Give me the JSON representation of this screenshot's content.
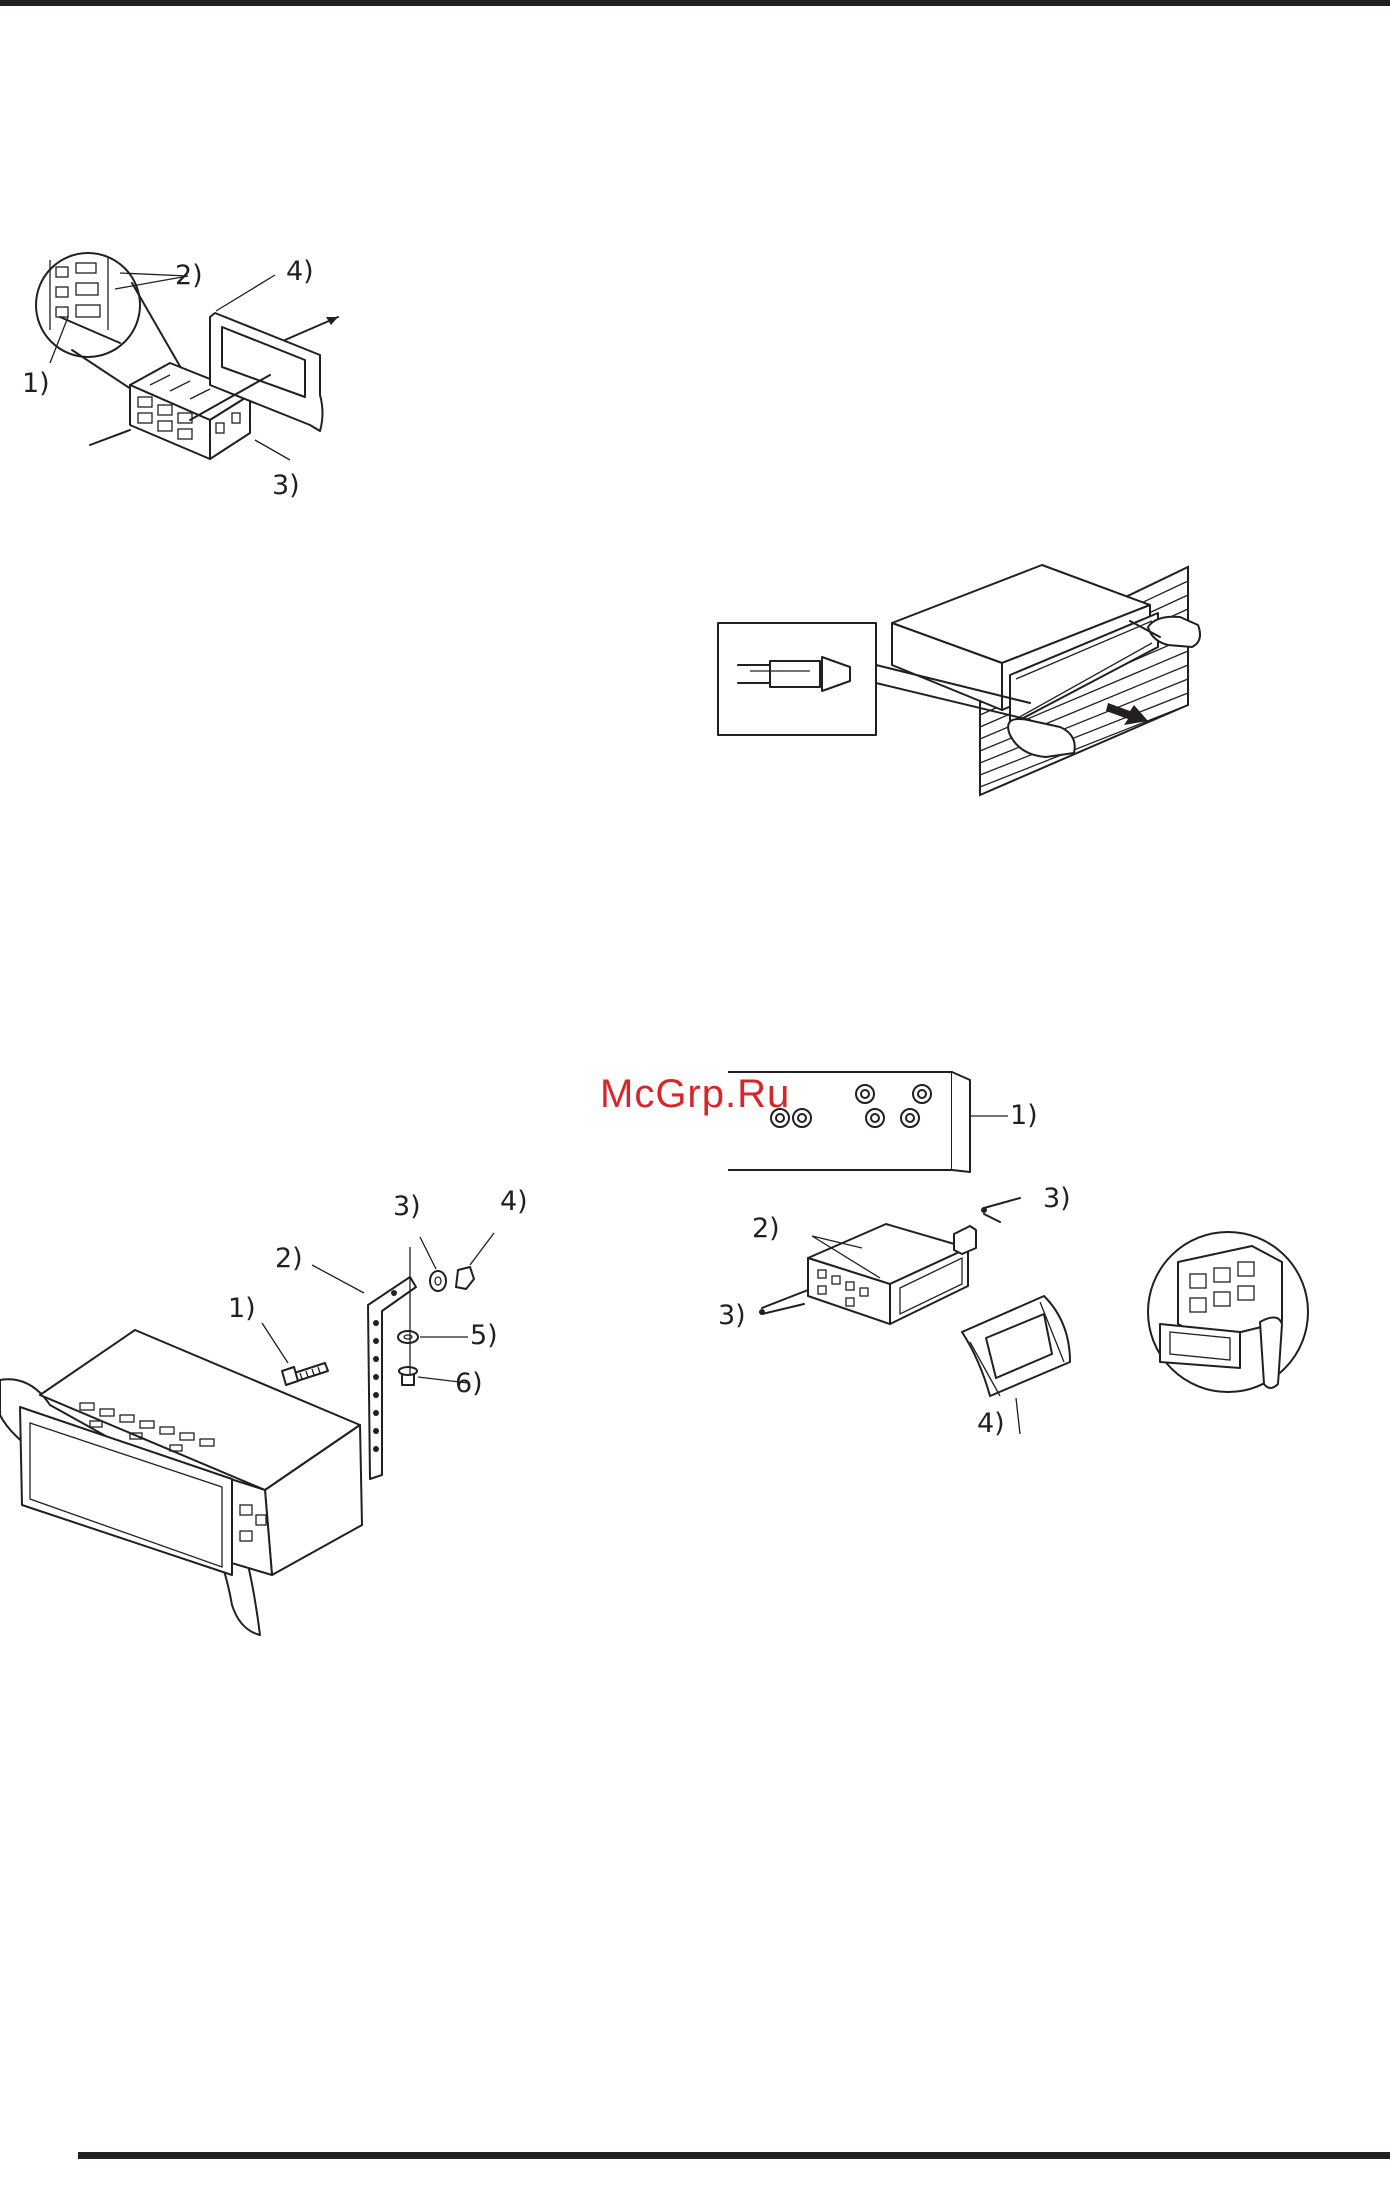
{
  "watermark": "McGrp.Ru",
  "figure1": {
    "labels": [
      "1)",
      "2)",
      "3)",
      "4)"
    ]
  },
  "figure2": {
    "labels": []
  },
  "figure3": {
    "labels": [
      "1)",
      "2)",
      "3)",
      "4)",
      "5)",
      "6)"
    ]
  },
  "figure4": {
    "labels": [
      "1)",
      "2)",
      "3)",
      "3)",
      "4)"
    ]
  },
  "colors": {
    "ink": "#231f20",
    "watermark": "#d7262a"
  }
}
